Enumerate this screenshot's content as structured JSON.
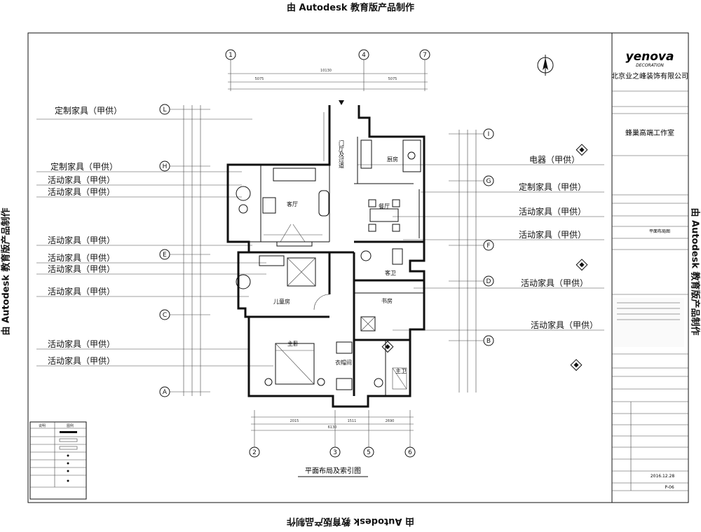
{
  "watermark": "由 Autodesk 教育版产品制作",
  "title_block": {
    "logo": "yenova",
    "logo_sub": "DECORATION",
    "company": "北京业之峰装饰有限公司",
    "studio": "蜂巢高端工作室",
    "drawing_name": "平面布局图",
    "date": "2016.12.28",
    "drawing_no": "P-06"
  },
  "plan": {
    "caption": "平面布局及索引图",
    "rooms": {
      "living": "客厅",
      "dining": "餐厅",
      "kitchen": "厨房",
      "foyer": "门厅及过道",
      "kids": "儿童房",
      "master": "主卧",
      "study": "书房",
      "guest_bath": "客卫",
      "master_bath": "主卫",
      "closet": "衣帽间"
    },
    "grid_top": [
      "1",
      "4",
      "7"
    ],
    "grid_bottom": [
      "2",
      "3",
      "5",
      "6"
    ],
    "grid_left": [
      "L",
      "H",
      "E",
      "C",
      "A"
    ],
    "grid_right": [
      "I",
      "G",
      "F",
      "D",
      "B"
    ],
    "top_total": "10130",
    "top_dims": [
      "5075",
      "5075"
    ],
    "bottom_total": "6130",
    "bottom_dims": [
      "2015",
      "1511",
      "2690"
    ]
  },
  "labels_left": [
    "定制家具（甲供）",
    "定制家具（甲供）",
    "活动家具（甲供）",
    "活动家具（甲供）",
    "活动家具（甲供）",
    "活动家具（甲供）",
    "活动家具（甲供）",
    "活动家具（甲供）",
    "活动家具（甲供）",
    "活动家具（甲供）"
  ],
  "labels_right": [
    "电器（甲供）",
    "定制家具（甲供）",
    "活动家具（甲供）",
    "活动家具（甲供）",
    "活动家具（甲供）",
    "活动家具（甲供）"
  ],
  "legend": {
    "header": [
      "说明",
      "图例"
    ]
  }
}
